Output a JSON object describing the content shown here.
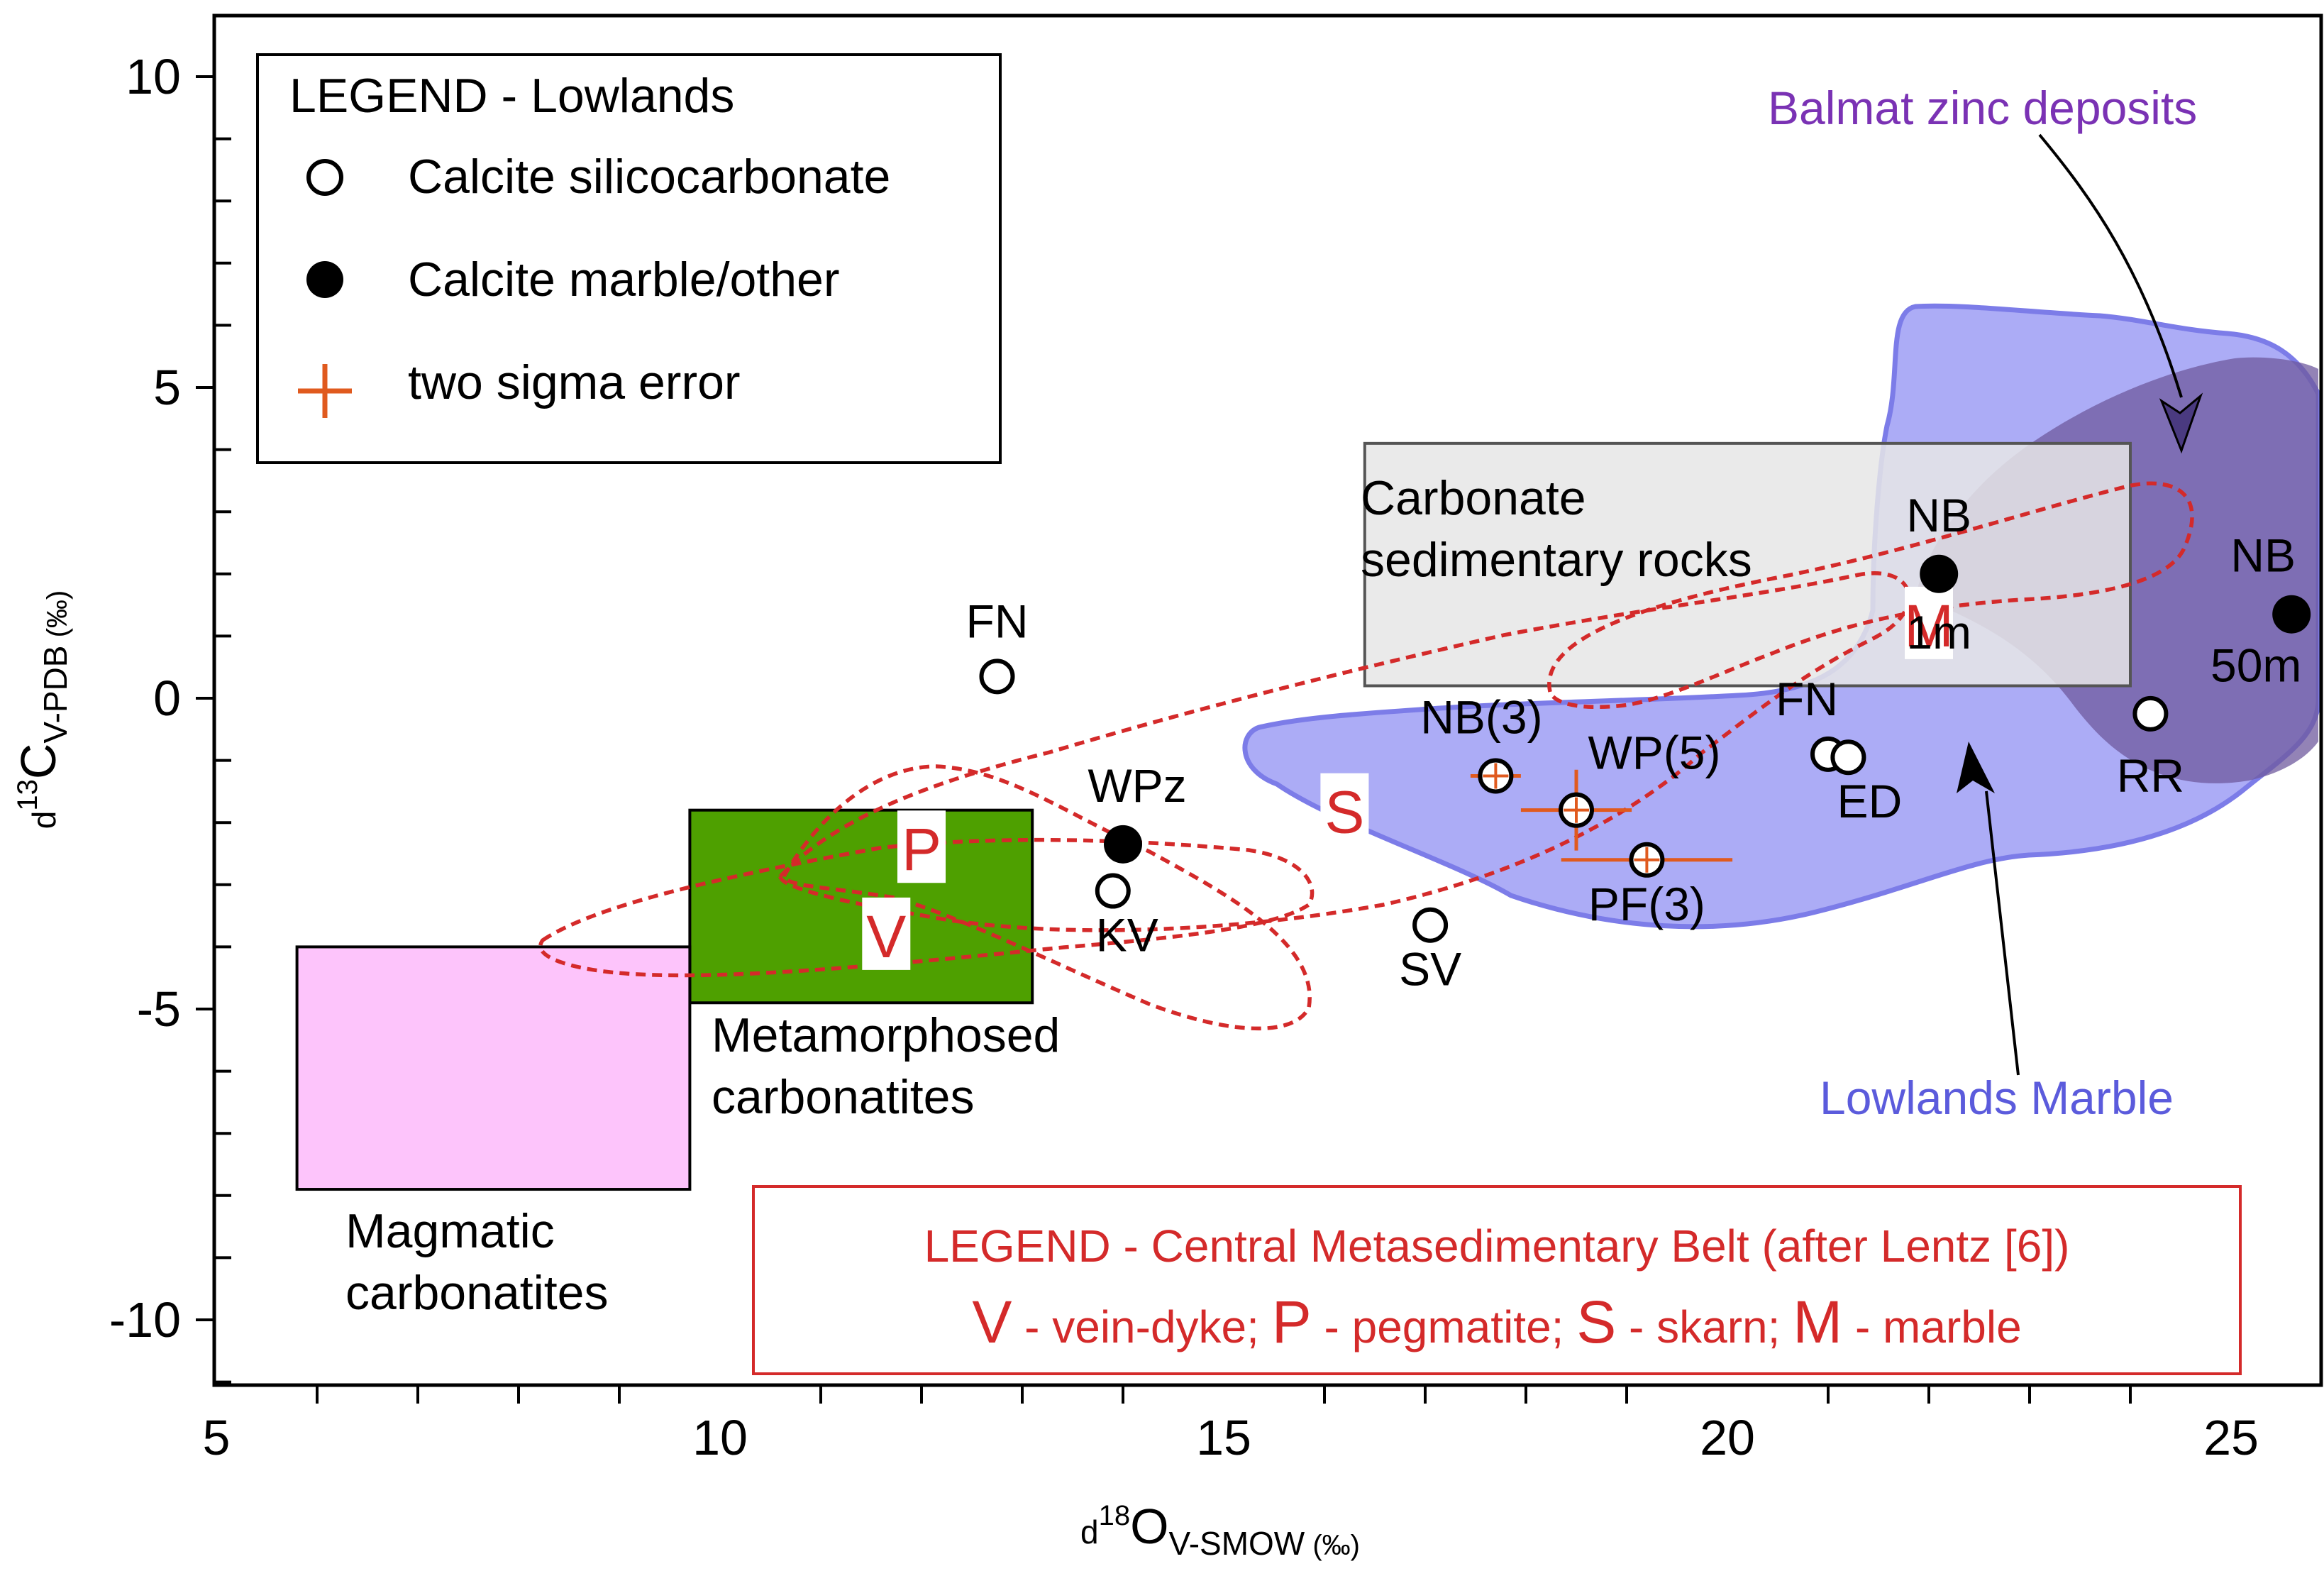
{
  "chart_data": {
    "type": "scatter",
    "title": "",
    "xlabel": {
      "base": "d",
      "sup": "18",
      "main": "O",
      "sub": "V-SMOW",
      "unit": " (‰)"
    },
    "ylabel": {
      "base": "d",
      "sup": "13",
      "main": "C",
      "sub": "V-PDB",
      "unit": " (‰)"
    },
    "xlim": [
      5,
      26
    ],
    "ylim": [
      -11,
      11
    ],
    "x_ticks": [
      5,
      10,
      15,
      20,
      25
    ],
    "y_ticks": [
      10,
      5,
      0,
      -5,
      -10
    ],
    "x_tick_labels": [
      "5",
      "10",
      "15",
      "20",
      "25"
    ],
    "y_tick_labels": [
      "10",
      "5",
      "0",
      "-5",
      "-10"
    ],
    "grid": false,
    "colors": {
      "axis": "#000000",
      "lowlands_fill": "#8c8cf2",
      "lowlands_label": "#5b5bdc",
      "balmat_fill": "#6f5a9e",
      "balmat_label": "#7a32b4",
      "carbonate_box": "#e6e6e6",
      "metamorphosed_box": "#4ea000",
      "magmatic_box": "#fdc4fb",
      "cmb_red": "#d42a2a",
      "error_orange": "#e05a1e"
    },
    "legend_lowlands": {
      "title": "LEGEND - Lowlands",
      "position": "top-left",
      "items": [
        {
          "marker": "open-circle",
          "label": "Calcite silicocarbonate"
        },
        {
          "marker": "filled-circle",
          "label": "Calcite marble/other"
        },
        {
          "marker": "cross",
          "label": "two sigma error"
        }
      ]
    },
    "legend_cmb": {
      "title": "LEGEND - Central Metasedimentary Belt (after Lentz [6])",
      "position": "bottom-right",
      "items": [
        {
          "key": "V",
          "desc": " - vein-dyke; "
        },
        {
          "key": "P",
          "desc": " - pegmatite; "
        },
        {
          "key": "S",
          "desc": " - skarn; "
        },
        {
          "key": "M",
          "desc": " - marble"
        }
      ]
    },
    "boxes": [
      {
        "name": "carbonate-sedimentary-rocks",
        "x": [
          16.4,
          24
        ],
        "y": [
          0.2,
          4.1
        ],
        "lines": [
          "Carbonate",
          "sedimentary rocks"
        ]
      },
      {
        "name": "metamorphosed-carbonatites",
        "x": [
          9.7,
          13.1
        ],
        "y": [
          -4.9,
          -1.8
        ],
        "lines": [
          "Metamorphosed",
          "carbonatites"
        ]
      },
      {
        "name": "magmatic-carbonatites",
        "x": [
          5.8,
          9.7
        ],
        "y": [
          -7.9,
          -4
        ],
        "lines": [
          "Magmatic",
          "carbonatites"
        ]
      }
    ],
    "regions": [
      {
        "name": "lowlands-marble",
        "label": "Lowlands Marble"
      },
      {
        "name": "balmat-zinc-deposits",
        "label": "Balmat zinc deposits"
      }
    ],
    "cmb_letters": [
      {
        "key": "P",
        "x": 12.0,
        "y": -2.4
      },
      {
        "key": "V",
        "x": 11.65,
        "y": -3.8
      },
      {
        "key": "S",
        "x": 16.2,
        "y": -1.8
      },
      {
        "key": "M",
        "x": 22.0,
        "y": 1.2
      }
    ],
    "points": [
      {
        "label": "FN",
        "x": 12.75,
        "y": 0.35,
        "marker": "open"
      },
      {
        "label": "WPz",
        "x": 14.0,
        "y": -2.35,
        "marker": "filled"
      },
      {
        "label": "KV",
        "x": 13.9,
        "y": -3.1,
        "marker": "open"
      },
      {
        "label": "SV",
        "x": 17.05,
        "y": -3.65,
        "marker": "open"
      },
      {
        "label": "NB(3)",
        "x": 17.7,
        "y": -1.25,
        "marker": "open",
        "xerr": 0.25,
        "yerr": 0.25
      },
      {
        "label": "WP(5)",
        "x": 18.5,
        "y": -1.8,
        "marker": "open",
        "xerr": 0.55,
        "yerr": 0.65
      },
      {
        "label": "PF(3)",
        "x": 19.2,
        "y": -2.6,
        "marker": "open",
        "xerr": 0.85,
        "yerr": 0.25
      },
      {
        "label": "FN",
        "x": 21.0,
        "y": -0.9,
        "marker": "open"
      },
      {
        "label": "ED",
        "x": 21.2,
        "y": -0.95,
        "marker": "open"
      },
      {
        "label": "NB",
        "sublabel": "1m",
        "x": 22.1,
        "y": 2.0,
        "marker": "filled"
      },
      {
        "label": "RR",
        "x": 24.2,
        "y": -0.25,
        "marker": "open"
      },
      {
        "label": "NB",
        "sublabel": "50m",
        "x": 25.6,
        "y": 1.35,
        "marker": "filled"
      }
    ]
  }
}
